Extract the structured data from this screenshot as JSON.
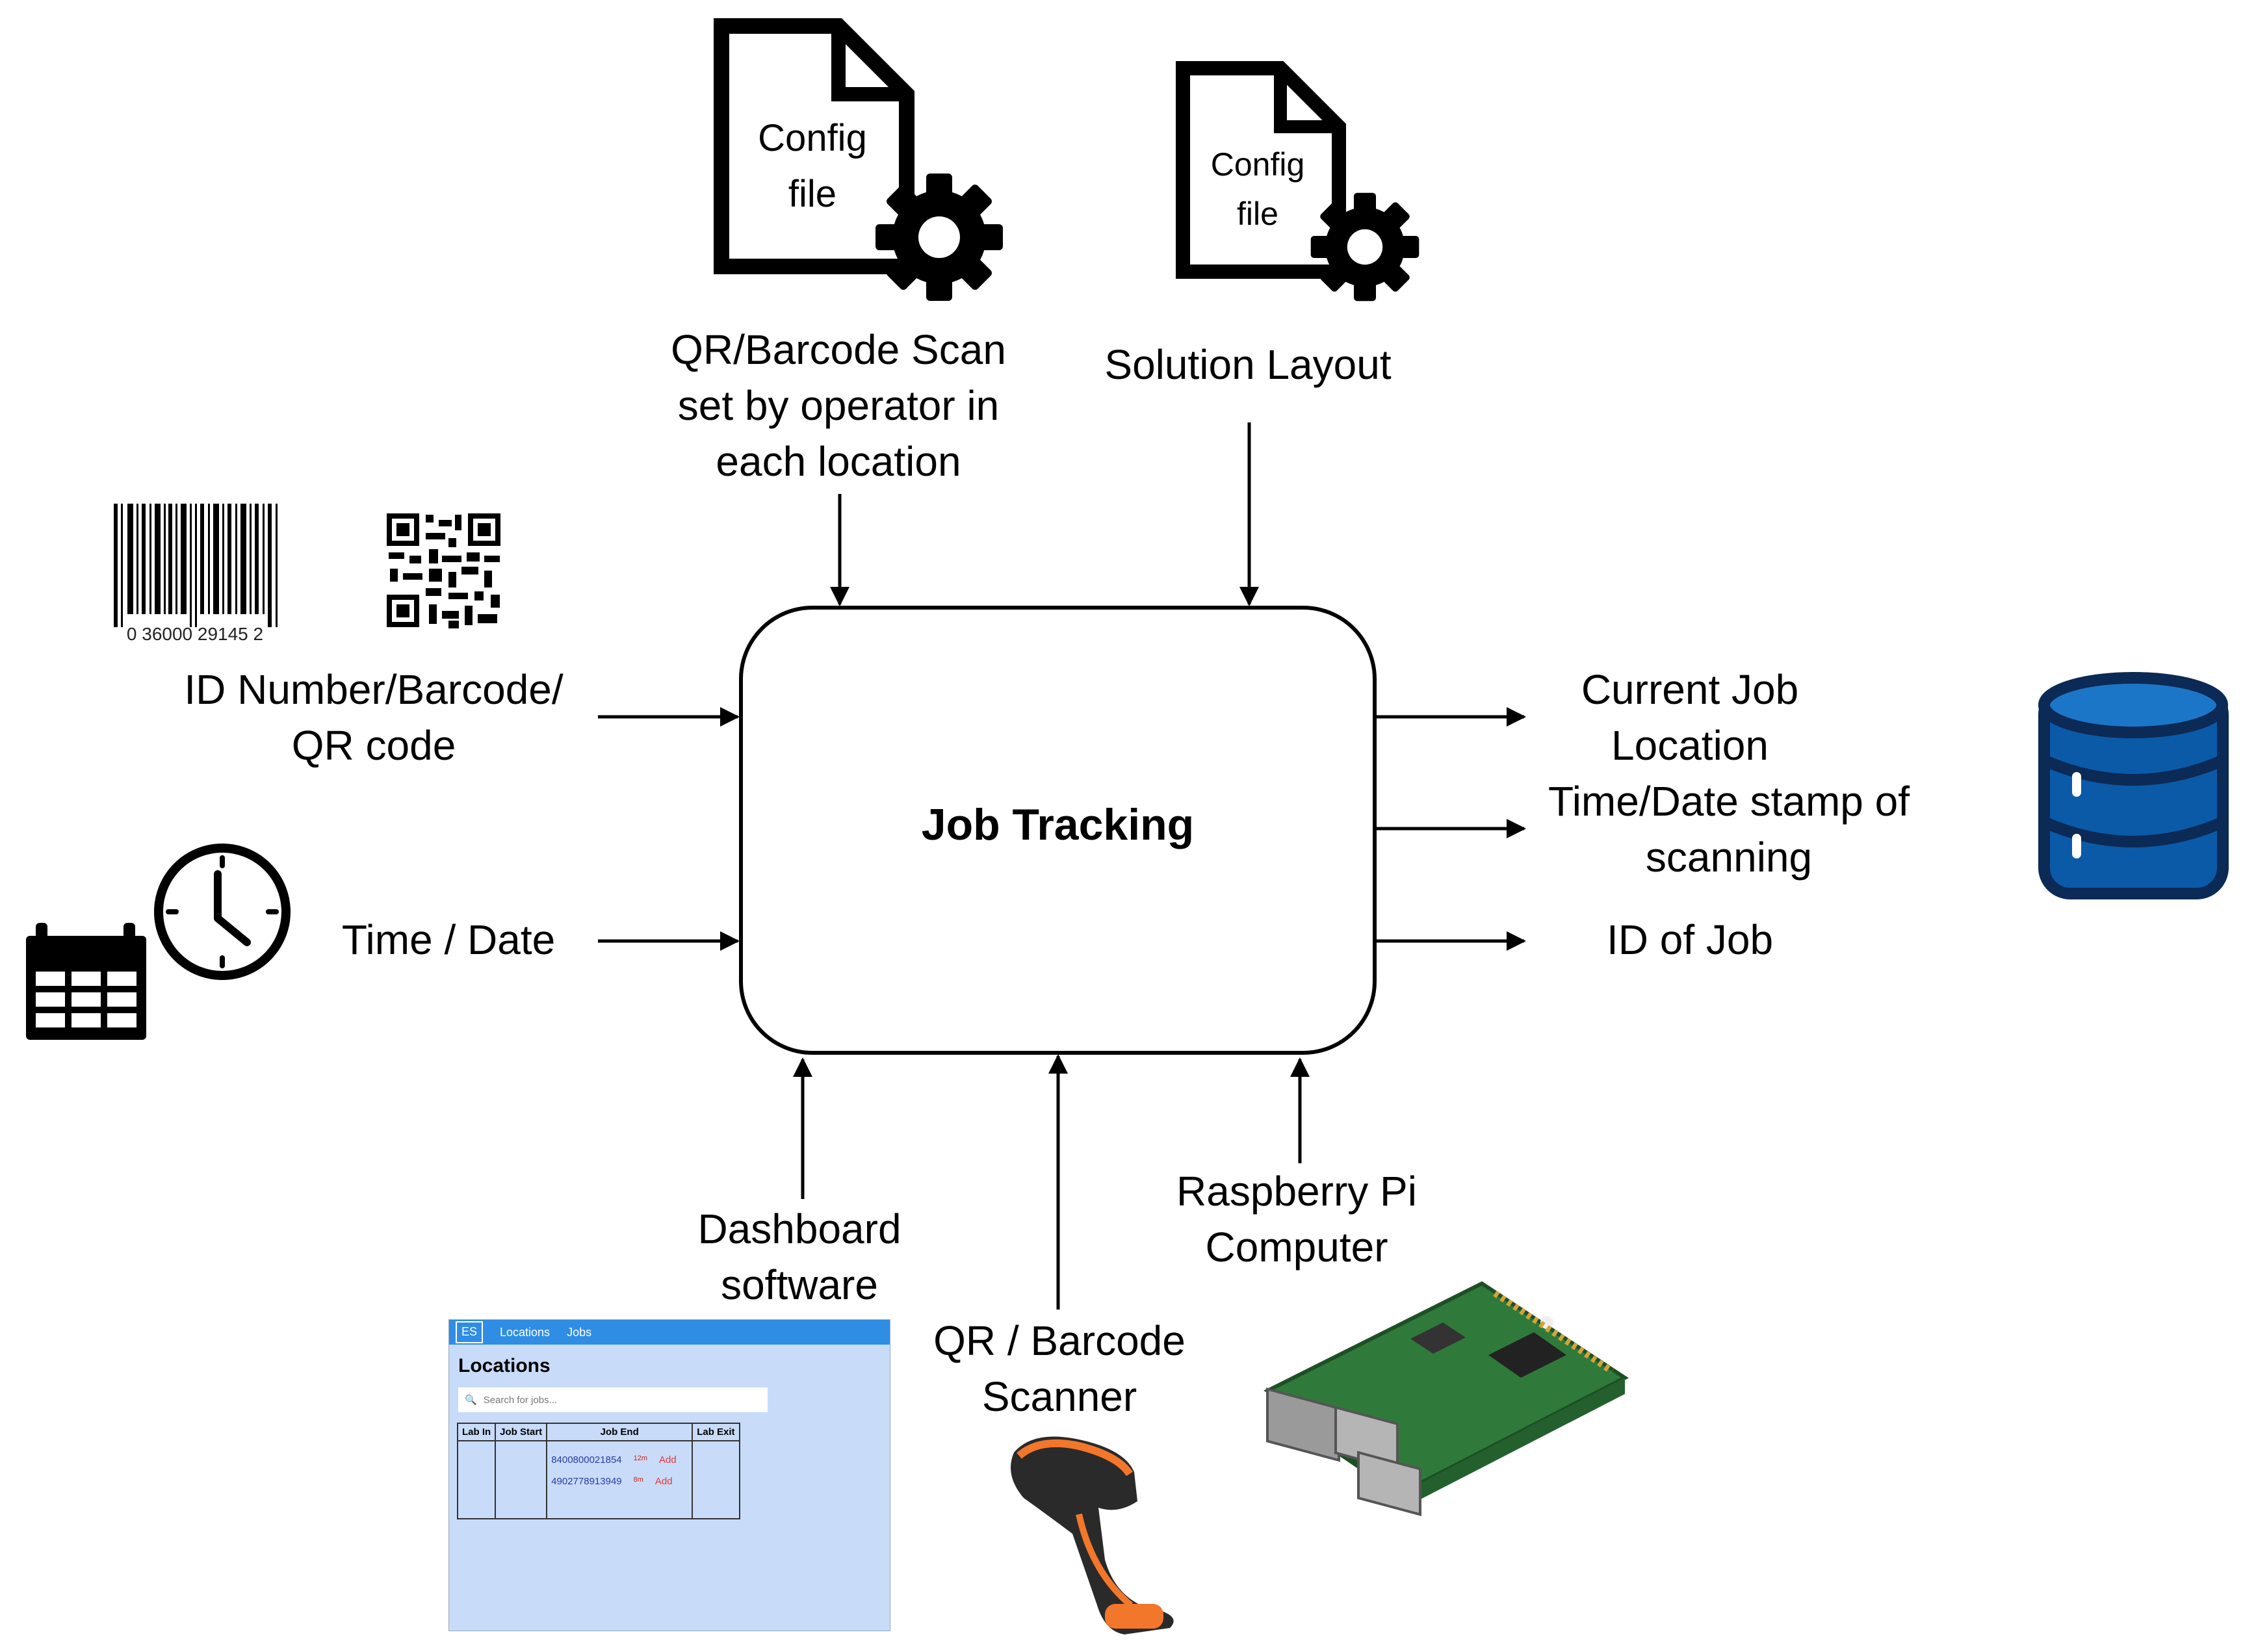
{
  "diagram": {
    "process": "Job Tracking",
    "config_files": [
      {
        "label_line1": "Config",
        "label_line2": "file"
      },
      {
        "label_line1": "Config",
        "label_line2": "file"
      }
    ],
    "top_inputs": {
      "scan_config": [
        "QR/Barcode Scan",
        "set by operator in",
        "each location"
      ],
      "layout": [
        "Solution Layout"
      ]
    },
    "left_inputs": {
      "id": [
        "ID Number/Barcode/",
        "QR code"
      ],
      "time": [
        "Time / Date"
      ],
      "barcode_number": "0  36000 29145  2"
    },
    "outputs": {
      "location": [
        "Current Job",
        "Location"
      ],
      "timestamp": [
        "Time/Date stamp of",
        "scanning"
      ],
      "id": [
        "ID of Job"
      ]
    },
    "bottom_inputs": {
      "dashboard": [
        "Dashboard",
        "software"
      ],
      "scanner": [
        "QR / Barcode",
        "Scanner"
      ],
      "raspberry": [
        "Raspberry Pi",
        "Computer"
      ]
    }
  },
  "dashboard_screenshot": {
    "logo": "ES",
    "nav": [
      "Locations",
      "Jobs"
    ],
    "heading": "Locations",
    "search_placeholder": "Search for jobs...",
    "columns": [
      "Lab In",
      "Job Start",
      "Job End",
      "Lab Exit"
    ],
    "jobs": [
      {
        "id": "8400800021854",
        "tag": "12m",
        "action": "Add"
      },
      {
        "id": "4902778913949",
        "tag": "8m",
        "action": "Add"
      }
    ]
  },
  "colors": {
    "database": "#0a5aa8",
    "database_dark": "#0b2a55",
    "dashboard_bg": "#c8dcfa",
    "dashboard_bar": "#2f8de4",
    "scanner_accent": "#f2772b",
    "board_green": "#2f7a3a"
  }
}
